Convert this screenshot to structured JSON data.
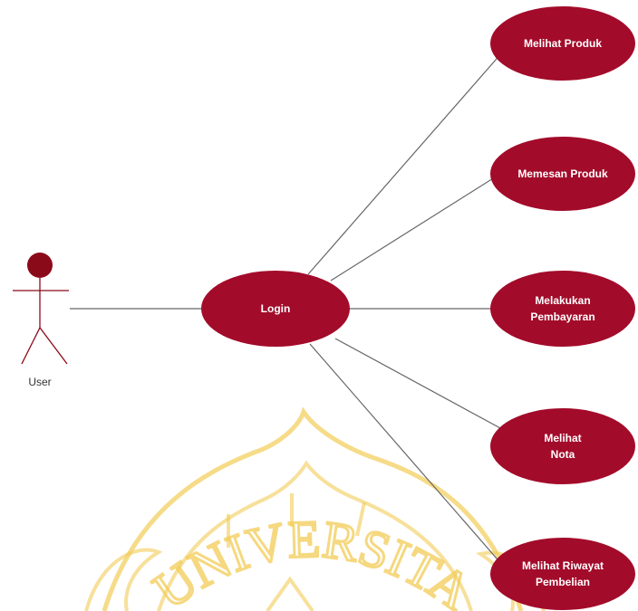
{
  "actor": {
    "name": "User",
    "color": "#8b0a1a"
  },
  "use_cases": {
    "login": {
      "lines": [
        "Login"
      ]
    },
    "melihat_produk": {
      "lines": [
        "Melihat Produk"
      ]
    },
    "memesan_produk": {
      "lines": [
        "Memesan Produk"
      ]
    },
    "melakukan_pembayaran": {
      "lines": [
        "Melakukan",
        "Pembayaran"
      ]
    },
    "melihat_nota": {
      "lines": [
        "Melihat",
        "Nota"
      ]
    },
    "melihat_riwayat": {
      "lines": [
        "Melihat Riwayat",
        "Pembelian"
      ]
    }
  },
  "colors": {
    "usecase_fill": "#a30b2a",
    "connector": "#666666",
    "watermark": "#f2cc56"
  },
  "watermark": {
    "text": "UNIVERSITA"
  }
}
